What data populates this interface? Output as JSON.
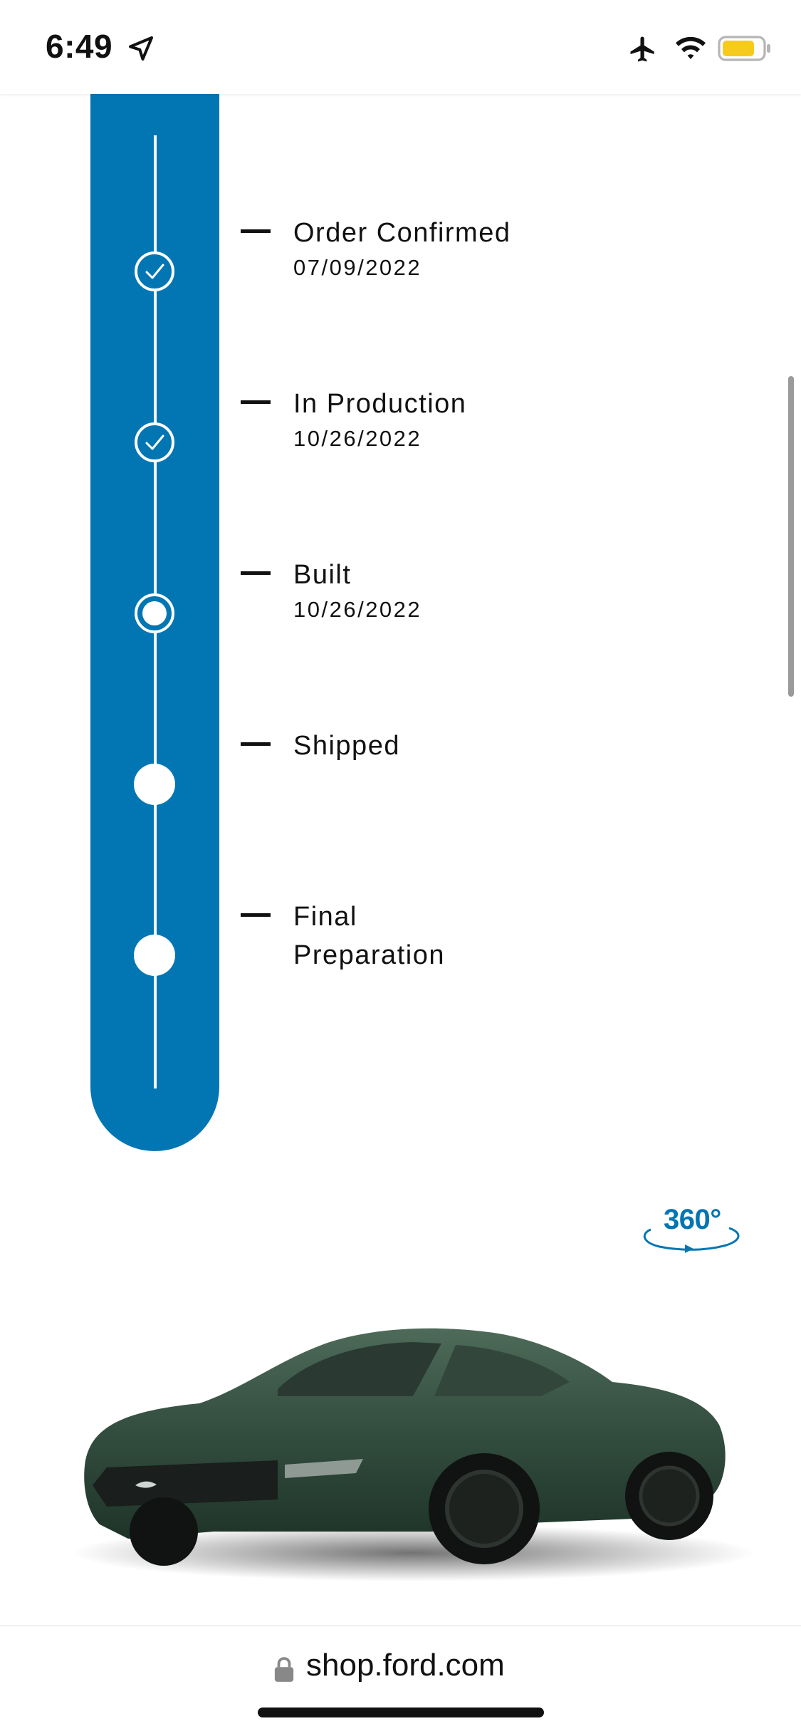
{
  "status_bar": {
    "time": "6:49",
    "icons": [
      "location-arrow-icon",
      "airplane-icon",
      "wifi-icon",
      "battery-icon"
    ]
  },
  "timeline": {
    "steps": [
      {
        "title": "Order Confirmed",
        "date": "07/09/2022",
        "state": "complete"
      },
      {
        "title": "In Production",
        "date": "10/26/2022",
        "state": "complete"
      },
      {
        "title": "Built",
        "date": "10/26/2022",
        "state": "current"
      },
      {
        "title": "Shipped",
        "date": "",
        "state": "pending"
      },
      {
        "title": "Final Preparation",
        "date": "",
        "state": "pending"
      }
    ]
  },
  "viewer": {
    "badge": "360°"
  },
  "browser": {
    "url": "shop.ford.com"
  },
  "colors": {
    "accent": "#0276B3",
    "car_body": "#2E4A3B"
  }
}
